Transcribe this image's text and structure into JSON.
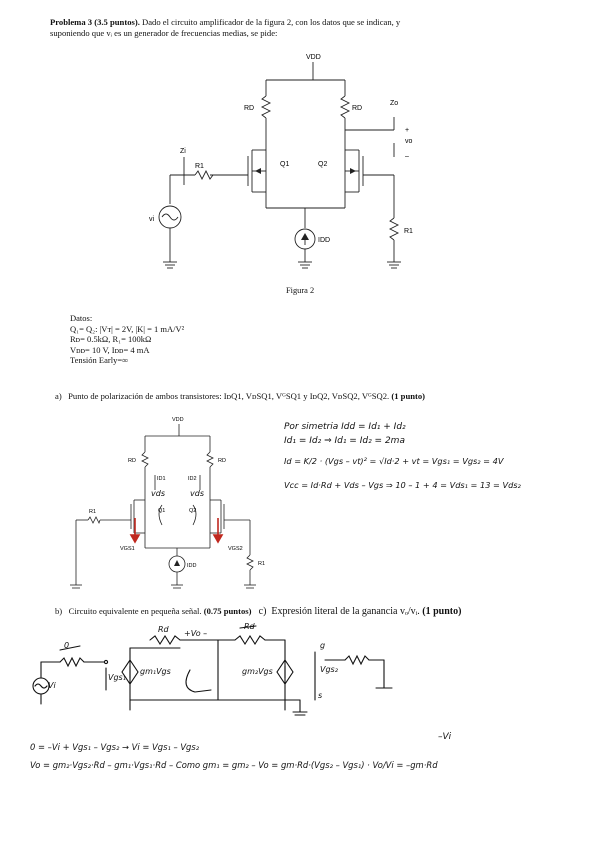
{
  "problem": {
    "title": "Problema 3 (3.5 puntos).",
    "statement_line1": "Dado el circuito amplificador de la figura 2, con  los datos que se indican, y",
    "statement_line2": "suponiendo que vᵢ es un generador de frecuencias medias, se pide:"
  },
  "figure2": {
    "caption": "Figura 2",
    "labels": {
      "vdd": "VDD",
      "rd_left": "RD",
      "rd_right": "RD",
      "zo": "Zo",
      "plus": "+",
      "vo": "vo",
      "minus": "–",
      "zi": "Zi",
      "q1": "Q1",
      "q2": "Q2",
      "r1_in": "R1",
      "vi": "vi",
      "idd": "IDD",
      "r1_out": "R1"
    }
  },
  "datos": {
    "heading": "Datos:",
    "line1": "Q₁= Q₂: |Vᴛ| = 2V, |K| = 1 mA/V²",
    "line2": "Rᴅ= 0.5kΩ, R₁= 100kΩ",
    "line3": "Vᴅᴅ= 10 V, Iᴅᴅ= 4 mA",
    "line4": "Tensión Early=∞"
  },
  "question_a": {
    "letter": "a)",
    "text": "Punto de polarización de ambos transistores: IᴅQ1, VᴅSQ1, VᴳSQ1 y IᴅQ2, VᴅSQ2, VᴳSQ2.",
    "points": "(1 punto)"
  },
  "figure_a": {
    "labels": {
      "vdd": "VDD",
      "rd_left": "RD",
      "rd_right": "RD",
      "id1": "ID1",
      "id2": "ID2",
      "vds_l": "vds",
      "vds_r": "vds",
      "q1": "Q1",
      "q2": "Q2",
      "r1_in": "R1",
      "vgs1": "VGS1",
      "vgs2": "VGS2",
      "idd": "IDD",
      "r1_out": "R1"
    }
  },
  "handwriting_a": {
    "line1": "Por simetria  Idd = Id₁ + Id₂",
    "line2": "Id₁ = Id₂  ⇒  Id₁ = Id₂ = 2ma",
    "line3": "Id = K/2 · (Vgs – vt)² = √Id·2 + vt = Vgs₁ = Vgs₂ = 4V",
    "line4": "Vcc = Id·Rd + Vds – Vgs  ⇒  10 – 1 + 4 = Vds₁ = 13 = Vds₂"
  },
  "question_b": {
    "letter": "b)",
    "text": "Circuito equivalente en pequeña señal.",
    "points": "(0.75 puntos)"
  },
  "question_c": {
    "letter": "c)",
    "text": "Expresión literal de la ganancia vₒ/vᵢ.",
    "points": "(1 punto)"
  },
  "sketch_b": {
    "labels": {
      "r0": "0",
      "rd_l": "Rd",
      "vo_plus": "+Vo –",
      "rd_r": "Rd",
      "g": "g",
      "vi": "Vi",
      "vgs1": "Vgs₁",
      "gm_vgs": "gm₁Vgs",
      "gm_vgs2": "gm₂Vgs",
      "vgs2": "Vgs₂",
      "s": "s"
    }
  },
  "handwriting_c": {
    "line1": "0 = –Vi + Vgs₁ – Vgs₂  →  Vi = Vgs₁ – Vgs₂",
    "annot": "–Vi",
    "line2": "Vo = gm₂·Vgs₂·Rd – gm₁·Vgs₁·Rd  – Como gm₁ = gm₂ –  Vo = gm·Rd·(Vgs₂ – Vgs₁) · Vo/Vi = –gm·Rd"
  }
}
